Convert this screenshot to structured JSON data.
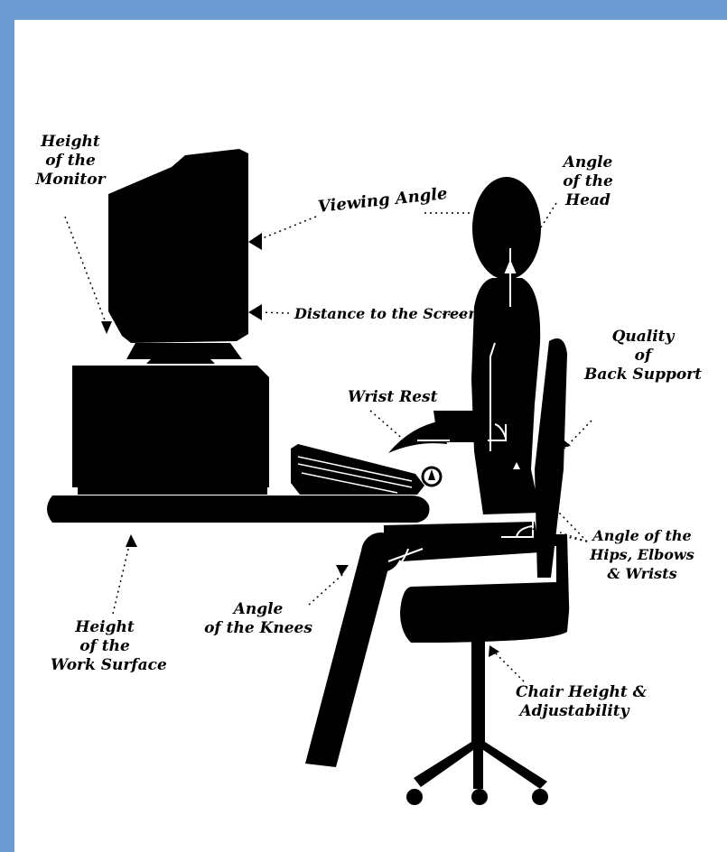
{
  "colors": {
    "frame": "#6b9bd1",
    "background": "#ffffff",
    "ink": "#000000"
  },
  "labels": {
    "monitor_height": [
      "Height",
      "of the",
      "Monitor"
    ],
    "viewing_angle": "Viewing Angle",
    "head_angle": [
      "Angle",
      "of the",
      "Head"
    ],
    "screen_distance": "Distance to the Screen",
    "back_support": [
      "Quality",
      "of",
      "Back Support"
    ],
    "wrist_rest": "Wrist Rest",
    "hips_elbows_wrists": [
      "Angle of the",
      "Hips, Elbows",
      "& Wrists"
    ],
    "knees_angle": [
      "Angle",
      "of the Knees"
    ],
    "work_surface": [
      "Height",
      "of the",
      "Work Surface"
    ],
    "chair_height": [
      "Chair Height &",
      "Adjustability"
    ]
  },
  "icons": {
    "monitor": "monitor-icon",
    "computer": "computer-case-icon",
    "keyboard": "keyboard-icon",
    "desk": "desk-icon",
    "person": "seated-person-icon",
    "chair": "office-chair-icon"
  }
}
